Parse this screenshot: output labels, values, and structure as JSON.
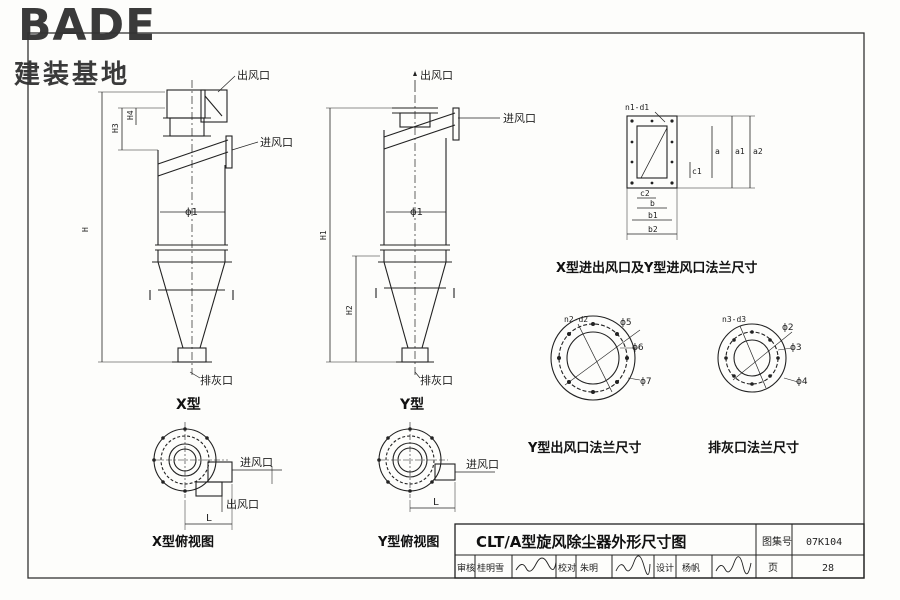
{
  "logo": {
    "brand": "BADE",
    "subtitle": "建装基地"
  },
  "x_type": {
    "caption": "X型",
    "outlet_label": "出风口",
    "inlet_label": "进风口",
    "ash_label": "排灰口",
    "dim_H": "H",
    "dim_H3": "H3",
    "dim_H4": "H4",
    "phi1": "ϕ1"
  },
  "y_type": {
    "caption": "Y型",
    "outlet_label": "出风口",
    "inlet_label": "进风口",
    "ash_label": "排灰口",
    "dim_H1": "H1",
    "dim_H2": "H2",
    "phi1": "ϕ1"
  },
  "rect_flange": {
    "caption": "X型进出风口及Y型进风口法兰尺寸",
    "n1d1": "n1-d1",
    "a": "a",
    "a1": "a1",
    "a2": "a2",
    "c1": "c1",
    "c2": "c2",
    "b": "b",
    "b1": "b1",
    "b2": "b2"
  },
  "y_outlet_flange": {
    "caption": "Y型出风口法兰尺寸",
    "n2d2": "n2-d2",
    "phi5": "ϕ5",
    "phi6": "ϕ6",
    "phi7": "ϕ7"
  },
  "ash_flange": {
    "caption": "排灰口法兰尺寸",
    "n3d3": "n3-d3",
    "phi2": "ϕ2",
    "phi3": "ϕ3",
    "phi4": "ϕ4"
  },
  "x_top_view": {
    "caption": "X型俯视图",
    "inlet": "进风口",
    "outlet": "出风口",
    "L": "L"
  },
  "y_top_view": {
    "caption": "Y型俯视图",
    "inlet": "进风口",
    "L": "L"
  },
  "title_block": {
    "title": "CLT/A型旋风除尘器外形尺寸图",
    "atlas_label": "图集号",
    "atlas_no": "07K104",
    "page_label": "页",
    "page_no": "28",
    "review_label": "审核",
    "reviewer": "桂明雪",
    "check_label": "校对",
    "checker": "朱明",
    "design_label": "设计",
    "designer": "杨帆"
  }
}
